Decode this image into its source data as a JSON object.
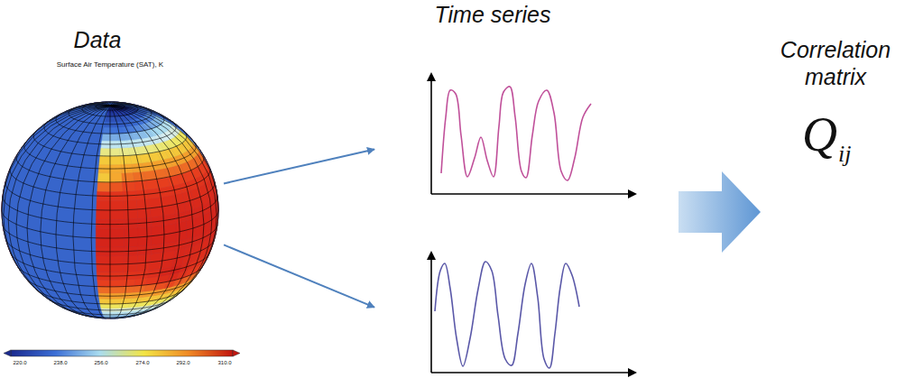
{
  "diagram": {
    "nodes": [
      {
        "text": [
          "Data"
        ]
      },
      {
        "text": [
          "Time series"
        ]
      },
      {
        "text": []
      },
      {
        "text": [
          "Correlation matrix",
          "Q",
          "ij"
        ]
      }
    ],
    "edges": [
      {
        "from": 0,
        "to": 1,
        "arrow": "to"
      },
      {
        "from": 0,
        "to": 2,
        "arrow": "to"
      }
    ],
    "labels": [
      "Surface Air Temperature (SAT), K",
      "220.0",
      "238.0",
      "256.0",
      "274.0",
      "292.0",
      "310.0"
    ]
  }
}
